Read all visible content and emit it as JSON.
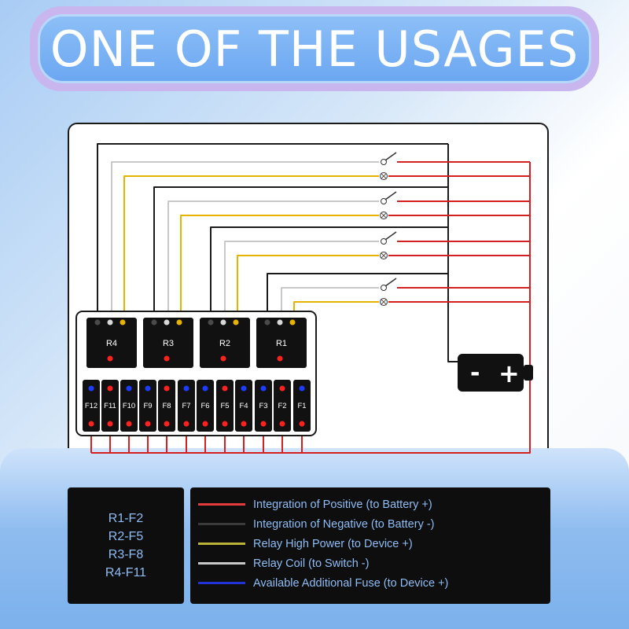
{
  "title": "ONE OF THE USAGES",
  "relays": [
    "R4",
    "R3",
    "R2",
    "R1"
  ],
  "fuses": [
    "F12",
    "F11",
    "F10",
    "F9",
    "F8",
    "F7",
    "F6",
    "F5",
    "F4",
    "F3",
    "F2",
    "F1"
  ],
  "battery": {
    "negative": "-",
    "positive": "+"
  },
  "mapping": [
    "R1-F2",
    "R2-F5",
    "R3-F8",
    "R4-F11"
  ],
  "legend": [
    {
      "label": "Integration of Positive  (to Battery +)",
      "color": "#e23b3b"
    },
    {
      "label": "Integration of Negative  (to Battery -)",
      "color": "#3a3a3a"
    },
    {
      "label": "Relay High Power (to Device +)",
      "color": "#b9b33a"
    },
    {
      "label": "Relay Coil (to Switch -)",
      "color": "#c8c8c8"
    },
    {
      "label": "Available Additional Fuse (to Device +)",
      "color": "#2233d6"
    }
  ],
  "colors": {
    "positive": "#d42020",
    "negative": "#1a1a1a",
    "high_power": "#e6b400",
    "coil": "#c8c8c8",
    "fuse_blue": "#1e3cff",
    "label_text": "#8fbdf5"
  }
}
